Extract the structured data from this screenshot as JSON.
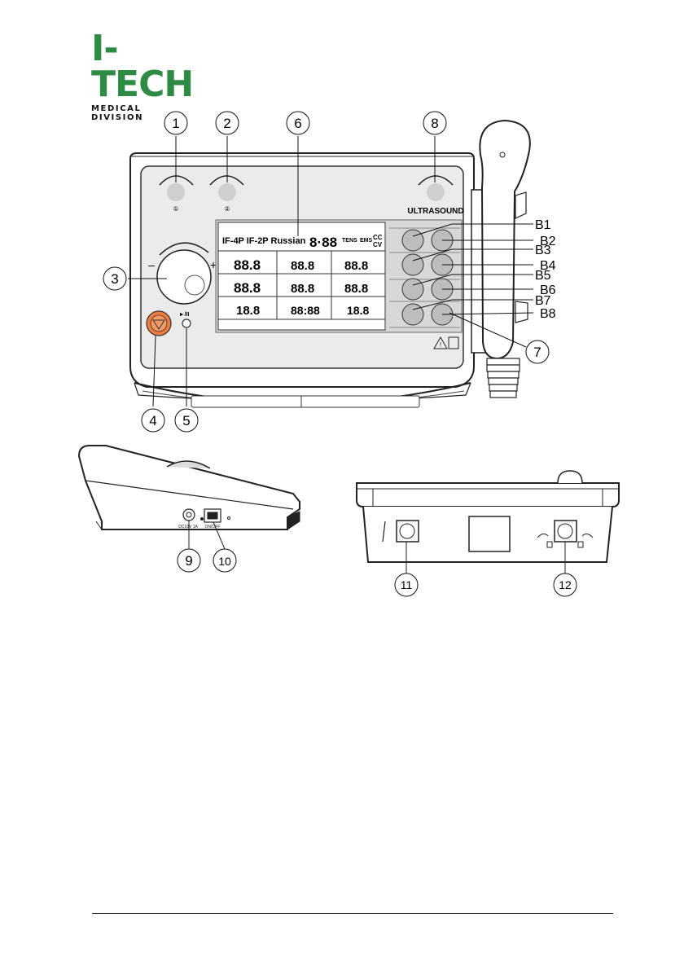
{
  "logo": {
    "brand": "I-TECH",
    "subtitle": "MEDICAL DIVISION"
  },
  "callouts": [
    "1",
    "2",
    "3",
    "4",
    "5",
    "6",
    "7",
    "8",
    "9",
    "10",
    "11",
    "12"
  ],
  "button_labels": [
    "B1",
    "B2",
    "B3",
    "B4",
    "B5",
    "B6",
    "B7",
    "B8"
  ],
  "panel": {
    "ultrasound": "ULTRASOUND",
    "output_marks": [
      "①",
      "②"
    ],
    "knob_minus": "–",
    "knob_plus": "+",
    "knob_play": "►/II"
  },
  "lcd": {
    "modes": "IF-4P IF-2P Russian",
    "program": "8·88",
    "tens": "TENS",
    "ems": "EMS",
    "cc": "CC",
    "cv": "CV",
    "digits_big": "88.8",
    "digits_time": "88:88",
    "digits_small": "18.8"
  },
  "side": {
    "dc_label": "DC18V 1A",
    "switch_label": "ON/OFF"
  }
}
